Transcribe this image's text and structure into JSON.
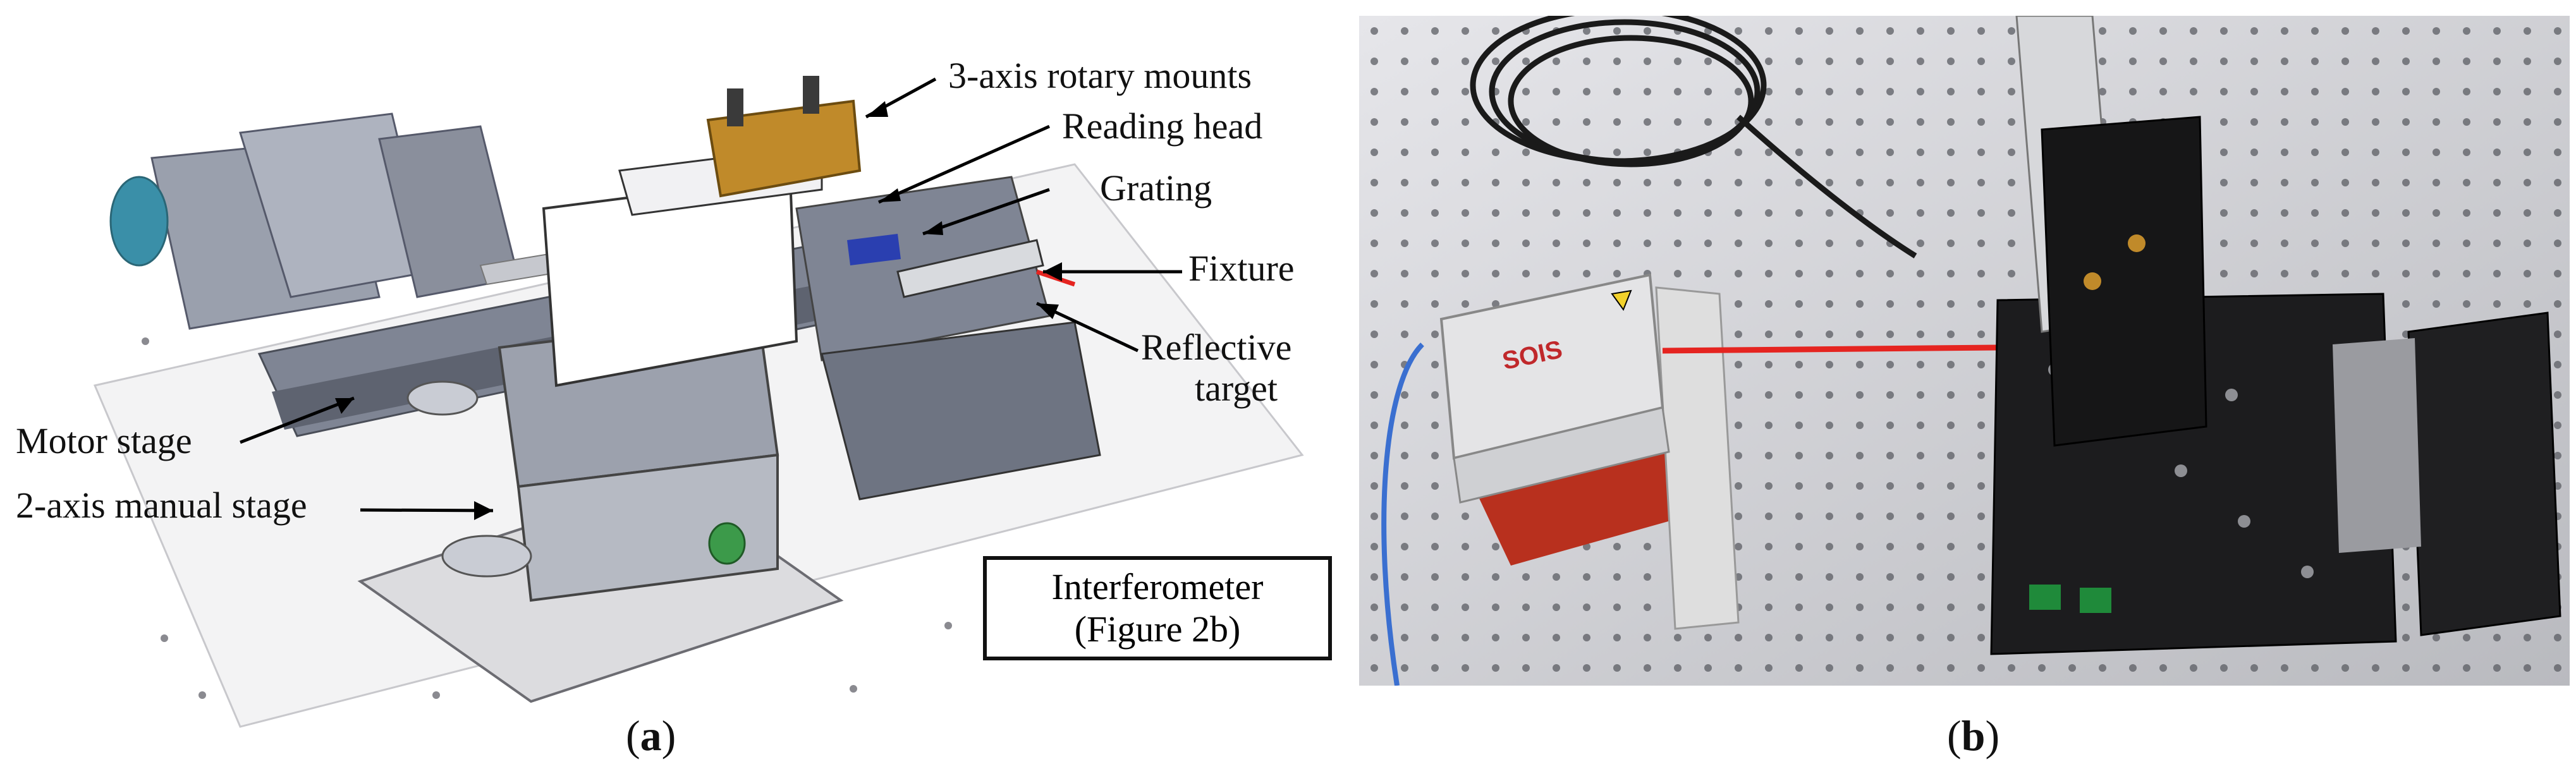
{
  "figure_a": {
    "labels": {
      "rotary_mounts": "3-axis rotary mounts",
      "reading_head": "Reading head",
      "grating": "Grating",
      "fixture": "Fixture",
      "reflective_target_l1": "Reflective",
      "reflective_target_l2": "target",
      "motor_stage": "Motor stage",
      "manual_stage": "2-axis manual stage"
    },
    "interferometer_box": {
      "line1": "Interferometer",
      "line2": "(Figure 2b)"
    },
    "caption_open": "(",
    "caption_letter": "a",
    "caption_close": ")"
  },
  "figure_b": {
    "device_brand": "SOIS",
    "caption_open": "(",
    "caption_letter": "b",
    "caption_close": ")"
  },
  "colors": {
    "laser": "#e52420",
    "stage_black": "#1c1c1e",
    "optical_table": "#c9c9cc",
    "gold_mount": "#c08a2a"
  }
}
